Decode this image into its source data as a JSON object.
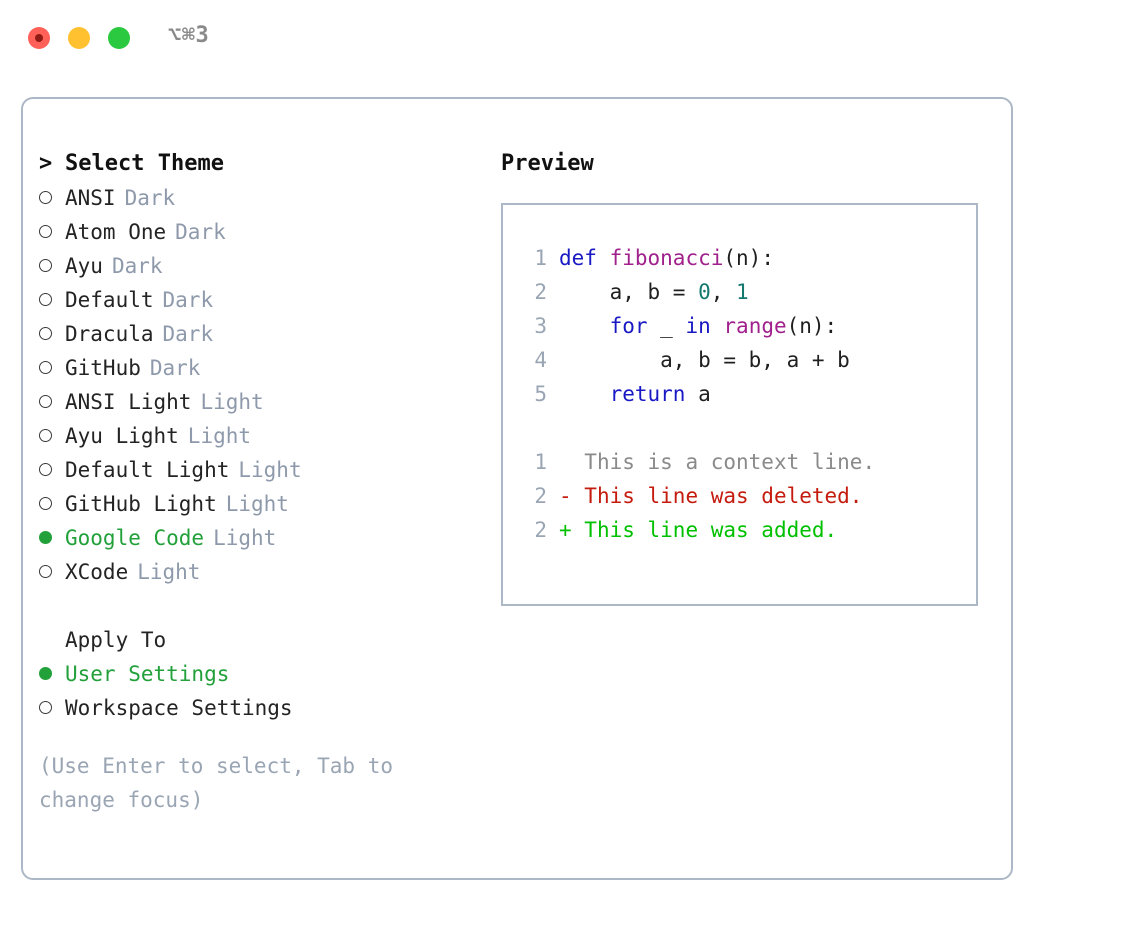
{
  "titlebar": {
    "shortcut": "⌥⌘3",
    "buttons": [
      {
        "name": "close",
        "color": "#ff6058"
      },
      {
        "name": "minimize",
        "color": "#ffc130"
      },
      {
        "name": "maximize",
        "color": "#2bc940"
      }
    ]
  },
  "theme_picker": {
    "header": "Select Theme",
    "header_caret": ">",
    "selected_theme": "Google Code",
    "accent_color": "#22a03a",
    "variant_color": "#8e9aab",
    "items": [
      {
        "name": "ANSI",
        "variant": "Dark",
        "selected": false
      },
      {
        "name": "Atom One",
        "variant": "Dark",
        "selected": false
      },
      {
        "name": "Ayu",
        "variant": "Dark",
        "selected": false
      },
      {
        "name": "Default",
        "variant": "Dark",
        "selected": false
      },
      {
        "name": "Dracula",
        "variant": "Dark",
        "selected": false
      },
      {
        "name": "GitHub",
        "variant": "Dark",
        "selected": false
      },
      {
        "name": "ANSI Light",
        "variant": "Light",
        "selected": false
      },
      {
        "name": "Ayu Light",
        "variant": "Light",
        "selected": false
      },
      {
        "name": "Default Light",
        "variant": "Light",
        "selected": false
      },
      {
        "name": "GitHub Light",
        "variant": "Light",
        "selected": false
      },
      {
        "name": "Google Code",
        "variant": "Light",
        "selected": true
      },
      {
        "name": "XCode",
        "variant": "Light",
        "selected": false
      }
    ]
  },
  "apply_to": {
    "header": "Apply To",
    "items": [
      {
        "name": "User Settings",
        "selected": true
      },
      {
        "name": "Workspace Settings",
        "selected": false
      }
    ]
  },
  "hint": "(Use Enter to select, Tab to change focus)",
  "preview": {
    "title": "Preview",
    "code_lines": [
      {
        "num": "1",
        "tokens": [
          {
            "t": "def",
            "c": "kw"
          },
          {
            "t": " ",
            "c": "plain"
          },
          {
            "t": "fibonacci",
            "c": "fn"
          },
          {
            "t": "(n):",
            "c": "plain"
          }
        ]
      },
      {
        "num": "2",
        "tokens": [
          {
            "t": "    a, b = ",
            "c": "plain"
          },
          {
            "t": "0",
            "c": "num"
          },
          {
            "t": ", ",
            "c": "plain"
          },
          {
            "t": "1",
            "c": "num"
          }
        ]
      },
      {
        "num": "3",
        "tokens": [
          {
            "t": "    ",
            "c": "plain"
          },
          {
            "t": "for",
            "c": "kw"
          },
          {
            "t": " _ ",
            "c": "plain"
          },
          {
            "t": "in",
            "c": "kw"
          },
          {
            "t": " ",
            "c": "plain"
          },
          {
            "t": "range",
            "c": "fn"
          },
          {
            "t": "(n):",
            "c": "plain"
          }
        ]
      },
      {
        "num": "4",
        "tokens": [
          {
            "t": "        a, b = b, a + b",
            "c": "plain"
          }
        ]
      },
      {
        "num": "5",
        "tokens": [
          {
            "t": "    ",
            "c": "plain"
          },
          {
            "t": "return",
            "c": "kw"
          },
          {
            "t": " a",
            "c": "plain"
          }
        ]
      }
    ],
    "diff_lines": [
      {
        "num": "1",
        "sign": " ",
        "text": "This is a context line.",
        "kind": "ctx"
      },
      {
        "num": "2",
        "sign": "-",
        "text": "This line was deleted.",
        "kind": "del"
      },
      {
        "num": "2",
        "sign": "+",
        "text": "This line was added.",
        "kind": "add"
      }
    ],
    "syntax_colors": {
      "keyword": "#1919c4",
      "function": "#a0208c",
      "number": "#14786e",
      "line_number": "#9aa5b4",
      "context": "#8a8a8a",
      "deleted": "#c41b0e",
      "added": "#00c000"
    }
  }
}
